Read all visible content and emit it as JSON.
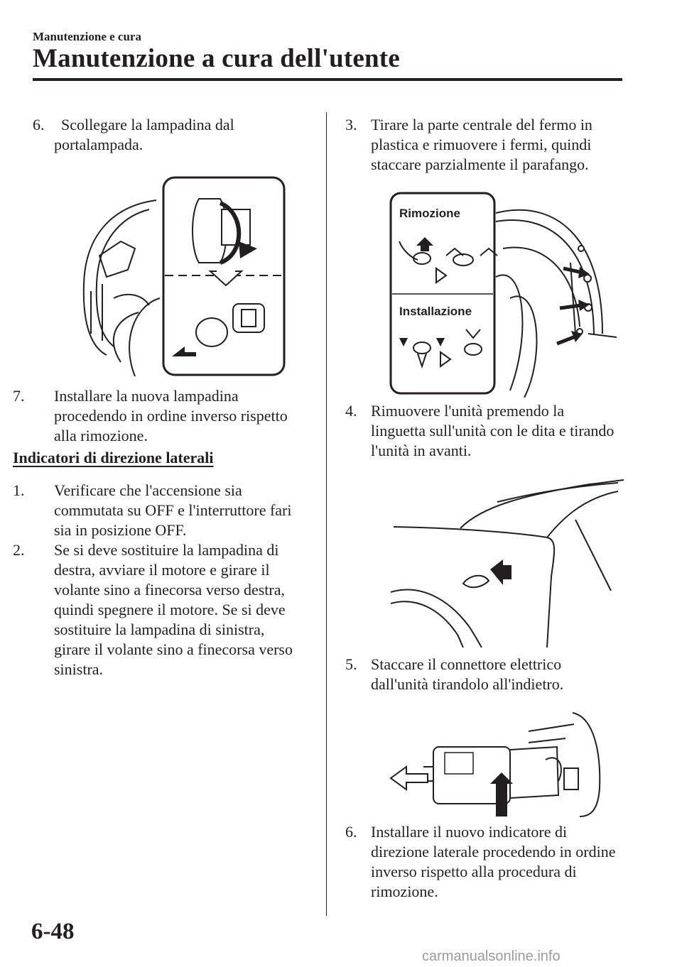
{
  "header": {
    "section": "Manutenzione e cura",
    "title": "Manutenzione a cura dell'utente"
  },
  "left_column": {
    "step6": {
      "number": "6.",
      "lines": [
        "Scollegare la lampadina dal",
        "portalampada."
      ]
    },
    "step7": {
      "number": "7.",
      "lines": [
        "Installare la nuova lampadina",
        "procedendo in ordine inverso rispetto",
        "alla rimozione."
      ]
    },
    "subsection_title": "Indicatori di direzione laterali",
    "sub_step1": {
      "number": "1.",
      "lines": [
        "Verificare che l'accensione sia",
        "commutata su OFF e l'interruttore fari",
        "sia in posizione OFF."
      ]
    },
    "sub_step2": {
      "number": "2.",
      "lines": [
        "Se si deve sostituire la lampadina di",
        "destra, avviare il motore e girare il",
        "volante sino a finecorsa verso destra,",
        "quindi spegnere il motore. Se si deve",
        "sostituire la lampadina di sinistra,",
        "girare il volante sino a finecorsa verso",
        "sinistra."
      ]
    }
  },
  "right_column": {
    "step3": {
      "number": "3.",
      "lines": [
        "Tirare la parte centrale del fermo in",
        "plastica e rimuovere i fermi, quindi",
        "staccare parzialmente il parafango."
      ]
    },
    "figure_labels": {
      "removal": "Rimozione",
      "installation": "Installazione"
    },
    "step4": {
      "number": "4.",
      "lines": [
        "Rimuovere l'unità premendo la",
        "linguetta sull'unità con le dita e tirando",
        "l'unità in avanti."
      ]
    },
    "step5": {
      "number": "5.",
      "lines": [
        "Staccare il connettore elettrico",
        "dall'unità tirandolo all'indietro."
      ]
    },
    "step6": {
      "number": "6.",
      "lines": [
        "Installare il nuovo indicatore di",
        "direzione laterale procedendo in ordine",
        "inverso rispetto alla procedura di",
        "rimozione."
      ]
    }
  },
  "footer": {
    "page_number": "6-48",
    "watermark": "carmanualsonline.info"
  }
}
